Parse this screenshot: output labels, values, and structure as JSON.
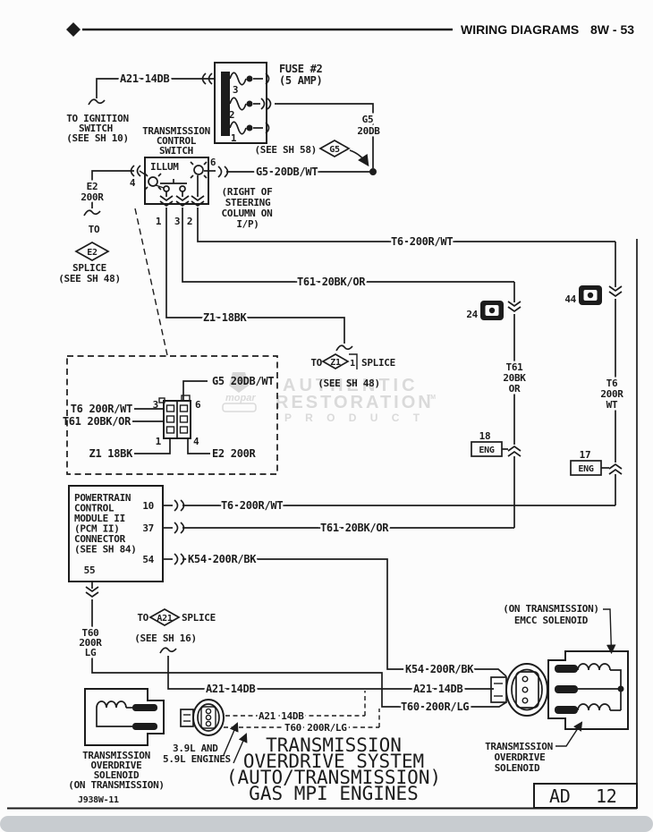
{
  "colors": {
    "ink": "#1c1c1c",
    "watermark": "#dadada",
    "bottom_bar": "#c8ccd0",
    "paper": "#fcfcfc"
  },
  "header": {
    "title": "WIRING DIAGRAMS",
    "page": "8W - 53"
  },
  "fuse_block": {
    "label_line1": "FUSE #2",
    "label_line2": "(5 AMP)",
    "terminal_top": "3",
    "terminal_mid": "2",
    "terminal_bot": "1"
  },
  "ignition": {
    "wire": "A21 14DB",
    "to1": "TO IGNITION",
    "to2": "SWITCH",
    "to3": "(SEE SH 10)"
  },
  "tcs": {
    "name1": "TRANSMISSION",
    "name2": "CONTROL",
    "name3": "SWITCH",
    "illum": "ILLUM",
    "pin6": "6",
    "pin4": "4",
    "pin1": "1",
    "pin3": "3",
    "pin2": "2",
    "loc1": "(RIGHT OF",
    "loc2": "STEERING",
    "loc3": "COLUMN ON",
    "loc4": "I/P)"
  },
  "g5": {
    "stack1": "G5",
    "stack2": "20DB",
    "see": "(SEE SH 58)",
    "diamond": "G5",
    "wire": "G5 20DB/WT"
  },
  "e2": {
    "stack1": "E2",
    "stack2": "200R",
    "to": "TO",
    "diamond": "E2",
    "splice": "SPLICE",
    "see": "(SEE SH 48)"
  },
  "wires": {
    "t6_top": "T6 200R/WT",
    "t61_top": "T61 20BK/OR",
    "z1": "Z1 18BK",
    "t6_pcm": "T6 200R/WT",
    "t61_pcm": "T61 20BK/OR",
    "k54_pcm": "K54 200R/BK",
    "k54_low": "K54 200R/BK",
    "a21_mid": "A21 14DB",
    "a21_low": "A21 14DB",
    "t60_low": "T60 200R/LG",
    "a21_dash": "A21 14DB",
    "t60_dash": "T60 200R/LG"
  },
  "z1_splice": {
    "to": "TO",
    "diamond": "Z1",
    "one": "1",
    "splice": "SPLICE",
    "see": "(SEE SH 48)"
  },
  "a21_splice": {
    "to": "TO",
    "diamond": "A21",
    "splice": "SPLICE",
    "see": "(SEE SH 16)"
  },
  "t61_stack": {
    "l1": "T61",
    "l2": "20BK",
    "l3": "OR"
  },
  "t6_stack": {
    "l1": "T6",
    "l2": "200R",
    "l3": "WT"
  },
  "t60_stack": {
    "l1": "T60",
    "l2": "200R",
    "l3": "LG"
  },
  "connectors": {
    "c24": "24",
    "c44": "44",
    "eng18_num": "18",
    "eng18": "ENG",
    "eng17_num": "17",
    "eng17": "ENG"
  },
  "detail": {
    "g5": "G5 20DB/WT",
    "t6": "T6 200R/WT",
    "t61": "T61 20BK/OR",
    "z1": "Z1 18BK",
    "e2": "E2 200R",
    "p3": "3",
    "p6": "6",
    "p1": "1",
    "p4": "4"
  },
  "pcm": {
    "l1": "POWERTRAIN",
    "l2": "CONTROL",
    "l3": "MODULE II",
    "l4": "(PCM II)",
    "l5": "CONNECTOR",
    "l6": "(SEE SH 84)",
    "p10": "10",
    "p37": "37",
    "p54": "54",
    "p55": "55"
  },
  "engines": {
    "l1": "3.9L AND",
    "l2": "5.9L ENGINES"
  },
  "emcc": {
    "l1": "(ON TRANSMISSION)",
    "l2": "EMCC SOLENOID"
  },
  "tos_left": {
    "l1": "TRANSMISSION",
    "l2": "OVERDRIVE",
    "l3": "SOLENOID",
    "l4": "(ON TRANSMISSION)"
  },
  "tos_right": {
    "l1": "TRANSMISSION",
    "l2": "OVERDRIVE",
    "l3": "SOLENOID"
  },
  "title": {
    "l1": "TRANSMISSION",
    "l2": "OVERDRIVE SYSTEM",
    "l3": "(AUTO/TRANSMISSION)",
    "l4": "GAS MPI ENGINES"
  },
  "title_block": {
    "code": "AD",
    "num": "12"
  },
  "footer": {
    "id": "J938W-11"
  },
  "watermark": {
    "l1": "AUTHENTIC",
    "l2": "RESTORATION",
    "tm": "TM",
    "l3": "P R O D U C T",
    "logo": "mopar"
  }
}
